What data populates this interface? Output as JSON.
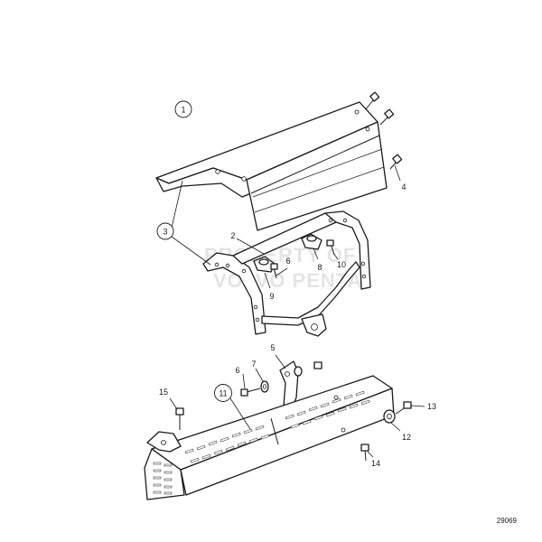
{
  "diagram": {
    "reference_number": "29069",
    "watermark": [
      "PROPERTY OF",
      "VOLVO PENTA"
    ],
    "callouts": [
      {
        "id": "c1",
        "label": "1",
        "circled": true
      },
      {
        "id": "c2",
        "label": "2",
        "circled": false
      },
      {
        "id": "c3",
        "label": "3",
        "circled": true
      },
      {
        "id": "c4",
        "label": "4",
        "circled": false
      },
      {
        "id": "c5",
        "label": "5",
        "circled": false
      },
      {
        "id": "c6a",
        "label": "6",
        "circled": false
      },
      {
        "id": "c6b",
        "label": "6",
        "circled": false
      },
      {
        "id": "c7",
        "label": "7",
        "circled": false
      },
      {
        "id": "c8",
        "label": "8",
        "circled": false
      },
      {
        "id": "c9",
        "label": "9",
        "circled": false
      },
      {
        "id": "c10",
        "label": "10",
        "circled": false
      },
      {
        "id": "c11",
        "label": "11",
        "circled": true
      },
      {
        "id": "c12",
        "label": "12",
        "circled": false
      },
      {
        "id": "c13",
        "label": "13",
        "circled": false
      },
      {
        "id": "c14",
        "label": "14",
        "circled": false
      },
      {
        "id": "c15",
        "label": "15",
        "circled": false
      }
    ]
  }
}
